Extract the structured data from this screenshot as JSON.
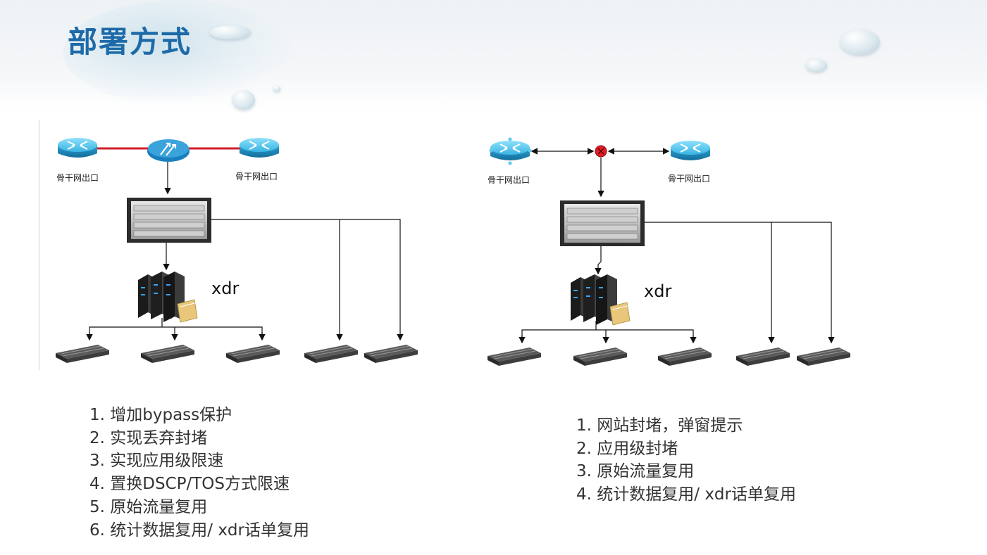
{
  "page_title": "部署方式",
  "left_diagram": {
    "router_left_label": "骨干网出口",
    "router_right_label": "骨干网出口",
    "xdr_label": "xdr"
  },
  "right_diagram": {
    "router_left_label": "骨干网出口",
    "router_right_label": "骨干网出口",
    "xdr_label": "xdr"
  },
  "left_list": [
    "1. 增加bypass保护",
    "2. 实现丢弃封堵",
    "3. 实现应用级限速",
    "4. 置换DSCP/TOS方式限速",
    "5. 原始流量复用",
    "6. 统计数据复用/ xdr话单复用"
  ],
  "right_list": [
    "1. 网站封堵，弹窗提示",
    "2. 应用级封堵",
    "3. 原始流量复用",
    "4. 统计数据复用/ xdr话单复用"
  ],
  "colors": {
    "title": "#1d6aa8",
    "router_top": "#5ec8ee",
    "link_red": "#d11e2a",
    "node_red": "#e31b23"
  }
}
